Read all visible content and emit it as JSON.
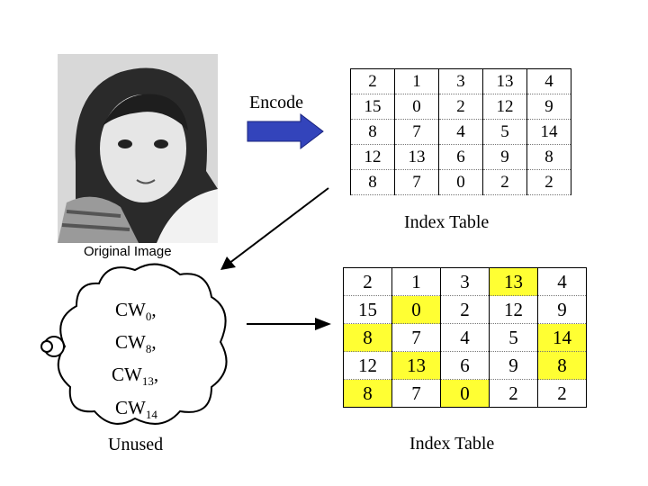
{
  "labels": {
    "encode": "Encode",
    "original_image": "Original Image",
    "index_table_top": "Index Table",
    "index_table_bottom": "Index Table",
    "unused": "Unused"
  },
  "codewords": [
    {
      "base": "CW",
      "sub": "0",
      "sep": ","
    },
    {
      "base": "CW",
      "sub": "8",
      "sep": ","
    },
    {
      "base": "CW",
      "sub": "13",
      "sep": ","
    },
    {
      "base": "CW",
      "sub": "14",
      "sep": ""
    }
  ],
  "index_table": [
    [
      "2",
      "1",
      "3",
      "13",
      "4"
    ],
    [
      "15",
      "0",
      "2",
      "12",
      "9"
    ],
    [
      "8",
      "7",
      "4",
      "5",
      "14"
    ],
    [
      "12",
      "13",
      "6",
      "9",
      "8"
    ],
    [
      "8",
      "7",
      "0",
      "2",
      "2"
    ]
  ],
  "highlight_cells": [
    [
      0,
      3
    ],
    [
      1,
      1
    ],
    [
      2,
      0
    ],
    [
      2,
      4
    ],
    [
      3,
      1
    ],
    [
      3,
      4
    ],
    [
      4,
      0
    ],
    [
      4,
      2
    ]
  ],
  "colors": {
    "highlight": "#ffff33",
    "arrow_fill": "#3344bb",
    "arrow_stroke": "#1a237e",
    "photo_bg": "#cfcfcf"
  }
}
